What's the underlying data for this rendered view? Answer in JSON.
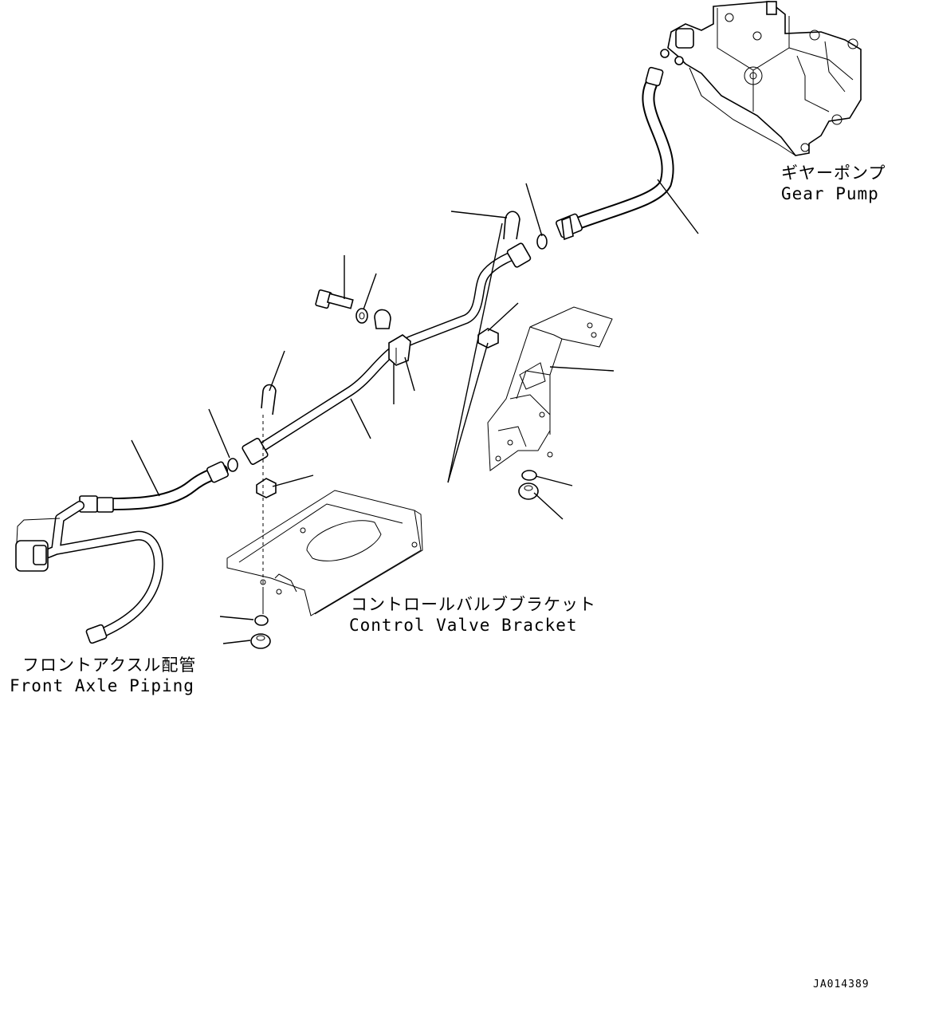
{
  "labels": {
    "gear_pump_jp": "ギヤーポンプ",
    "gear_pump_en": "Gear Pump",
    "control_valve_bracket_jp": "コントロールバルブブラケット",
    "control_valve_bracket_en": "Control Valve Bracket",
    "front_axle_piping_jp": "フロントアクスル配管",
    "front_axle_piping_en": "Front Axle Piping"
  },
  "drawing_code": "JA014389"
}
